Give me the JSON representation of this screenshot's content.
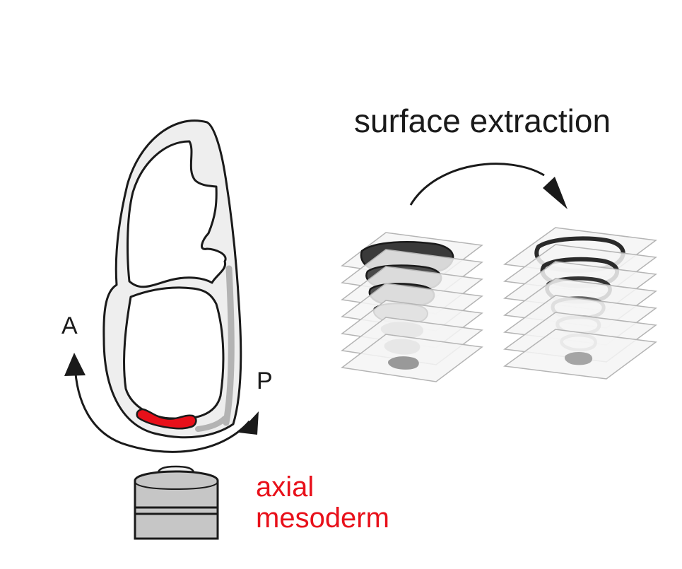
{
  "labels": {
    "title": "surface extraction",
    "anterior": "A",
    "posterior": "P",
    "tissue_line1": "axial",
    "tissue_line2": "mesoderm"
  },
  "colors": {
    "tissue_red": "#e8101a",
    "stroke": "#1a1a1a",
    "embryo_fill": "#eeeeee",
    "slice_fill": "#f4f4f4",
    "slice_stroke": "#b4b4b4"
  }
}
